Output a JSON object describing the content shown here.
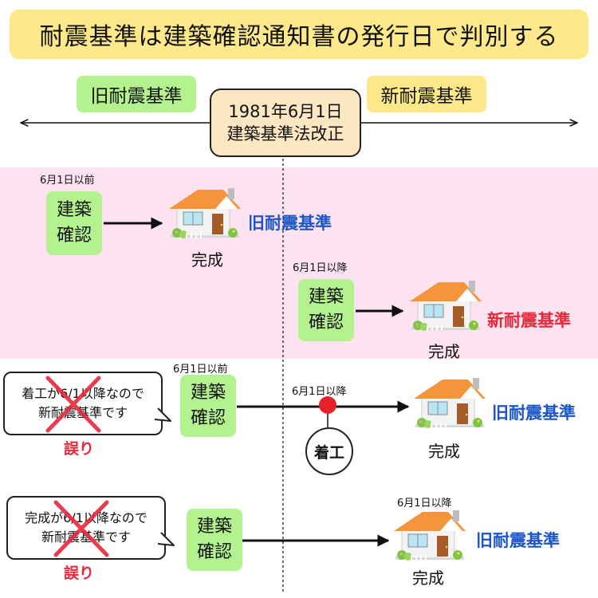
{
  "title": "耐震基準は建築確認通知書の発行日で判別する",
  "timeline": {
    "old_label": "旧耐震基準",
    "new_label": "新耐震基準",
    "date_line1": "1981年6月1日",
    "date_line2": "建築基準法改正"
  },
  "colors": {
    "green": "#b3f28f",
    "yellow": "#fde98a",
    "pink": "#fde3ef",
    "blue_text": "#1b56c8",
    "red_text": "#e8283a"
  },
  "scenario1": {
    "date_label": "6月1日以前",
    "box_line1": "建築",
    "box_line2": "確認",
    "caption": "完成",
    "result": "旧耐震基準"
  },
  "scenario2": {
    "date_label": "6月1日以降",
    "box_line1": "建築",
    "box_line2": "確認",
    "caption": "完成",
    "result": "新耐震基準"
  },
  "scenario3": {
    "date_label": "6月1日以前",
    "box_line1": "建築",
    "box_line2": "確認",
    "event_date": "6月1日以降",
    "event_label": "着工",
    "caption": "完成",
    "result": "旧耐震基準",
    "bubble_line1": "着工が6/1以降なので",
    "bubble_line2": "新耐震基準です",
    "wrong": "誤り"
  },
  "scenario4": {
    "box_line1": "建築",
    "box_line2": "確認",
    "completion_date": "6月1日以降",
    "caption": "完成",
    "result": "旧耐震基準",
    "bubble_line1": "完成が6/1以降なので",
    "bubble_line2": "新耐震基準です",
    "wrong": "誤り"
  }
}
